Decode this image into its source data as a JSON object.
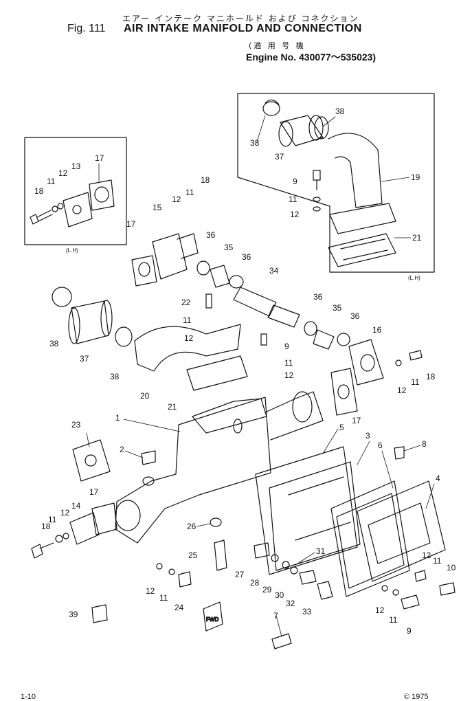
{
  "header": {
    "jp_title": "エアー インテーク マニホールド および コネクション",
    "fig_label": "Fig. 111",
    "fig_title": "AIR INTAKE MANIFOLD AND CONNECTION",
    "jp_applicable": "(適 用 号 機",
    "engine_range": "Engine No. 430077～535023)"
  },
  "insets": {
    "left_label": "(L.H)",
    "right_label": "(L.H)"
  },
  "fwd_label": "FWD",
  "footer": {
    "page": "1-10",
    "copyright": "© 1975"
  },
  "callouts": {
    "c17a": "17",
    "c18a": "18",
    "c11a": "11",
    "c12a": "12",
    "c13": "13",
    "c38a": "38",
    "c38b": "38",
    "c37a": "37",
    "c9a": "9",
    "c11b": "11",
    "c12b": "12",
    "c19": "19",
    "c21a": "21",
    "c18b": "18",
    "c12c": "12",
    "c11c": "11",
    "c15": "15",
    "c17b": "17",
    "c36a": "36",
    "c35a": "35",
    "c36b": "36",
    "c34": "34",
    "c22": "22",
    "c11d": "11",
    "c12d": "12",
    "c9b": "9",
    "c11e": "11",
    "c12e": "12",
    "c38c": "38",
    "c37b": "37",
    "c38d": "38",
    "c20": "20",
    "c21b": "21",
    "c36c": "36",
    "c35b": "35",
    "c36d": "36",
    "c16": "16",
    "c18c": "18",
    "c11f": "11",
    "c12f": "12",
    "c17c": "17",
    "c1": "1",
    "c23": "23",
    "c2": "2",
    "c5": "5",
    "c3": "3",
    "c6": "6",
    "c8": "8",
    "c4": "4",
    "c17d": "17",
    "c14": "14",
    "c12g": "12",
    "c11g": "11",
    "c18d": "18",
    "c26": "26",
    "c25": "25",
    "c31": "31",
    "c27": "27",
    "c28": "28",
    "c29": "29",
    "c30": "30",
    "c32": "32",
    "c33": "33",
    "c12h": "12",
    "c11h": "11",
    "c10": "10",
    "c12i": "12",
    "c11i": "11",
    "c9c": "9",
    "c12j": "12",
    "c11j": "11",
    "c24": "24",
    "c39": "39",
    "c7": "7"
  }
}
